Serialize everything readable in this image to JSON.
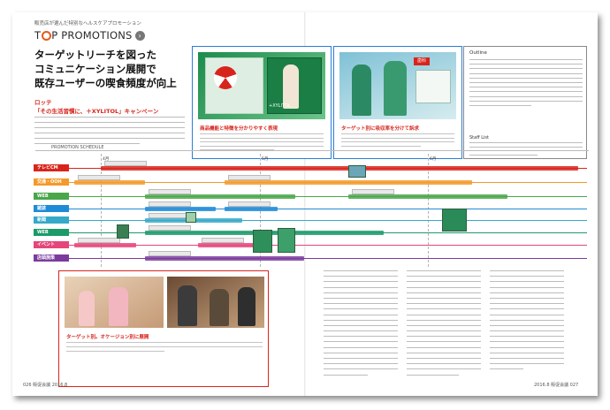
{
  "kicker": "販売店が選んだ特別なヘルスケアプロモーション",
  "logo": {
    "p1": "T",
    "p2": "P PROMOTIONS",
    "arrow": "›"
  },
  "headline": [
    "ターゲットリーチを図った",
    "コミュニケーション展開で",
    "既存ユーザーの喫食頻度が向上"
  ],
  "company": "ロッテ",
  "campaign": "「その生活習慣に、＋XYLITOL」キャンペーン",
  "captions": {
    "panel_a": "商品機能と特徴を分かりやすく表現",
    "panel_b": "ターゲット別に吸収率を分けて訴求",
    "panel_d": "ターゲット別。オケージョン別に展開"
  },
  "outline": {
    "title": "Outline",
    "staff": "Staff List"
  },
  "schedule": {
    "title": "PROMOTION SCHEDULE",
    "months": [
      "4月",
      "5月",
      "6月"
    ],
    "rows": [
      {
        "label": "テレビCM",
        "color": "#d8251c"
      },
      {
        "label": "交通・OOH",
        "color": "#f39a2a"
      },
      {
        "label": "WEB",
        "color": "#4aa64a"
      },
      {
        "label": "雑誌",
        "color": "#1f8bd6"
      },
      {
        "label": "新聞",
        "color": "#36a9c8"
      },
      {
        "label": "WEB",
        "color": "#1c9a6a"
      },
      {
        "label": "イベント",
        "color": "#e6457a"
      },
      {
        "label": "店頭施策",
        "color": "#7b3b9e"
      }
    ]
  },
  "photo_labels": {
    "panel_a_poster": "+XYLITOL",
    "panel_b_tag": "歯科"
  },
  "footer": {
    "left": "026 販促会議 2016.8",
    "right": "2016.8 販促会議 027"
  }
}
